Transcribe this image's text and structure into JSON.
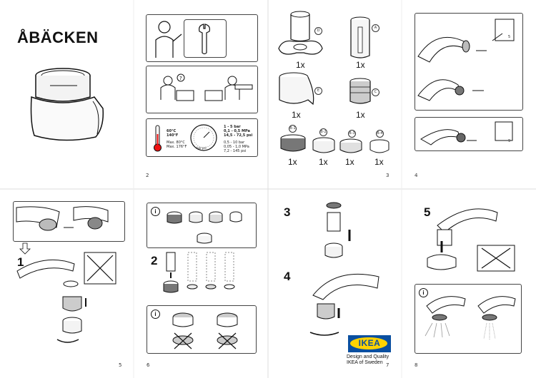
{
  "document": {
    "title": "ÅBÄCKEN",
    "page_numbers": [
      "2",
      "3",
      "4",
      "5",
      "6",
      "7",
      "8"
    ],
    "counts": [
      "1x",
      "1x",
      "1x",
      "1x",
      "1x",
      "1x",
      "1x",
      "1x"
    ],
    "part_labels": {
      "d": "D",
      "a": "A",
      "e": "E",
      "c": "C",
      "b1": "B-1",
      "b2": "B-2",
      "b3": "B-3",
      "b4": "B-4"
    },
    "fig_labels": [
      "5",
      "9",
      "1",
      "2"
    ],
    "steps": [
      "1",
      "2",
      "3",
      "4",
      "5"
    ],
    "temperature": {
      "c": "60°C",
      "f": "140°F",
      "max_c": "Max. 80°C",
      "max_f": "Max. 176°F"
    },
    "pressure": {
      "bar": "1 - 5 bar",
      "mpa": "0,1 - 0,5 MPa",
      "psi": "14,5 - 72,5 psi",
      "range_bar": "0,5 - 10 bar",
      "range_mpa": "0,05 - 1,0 MPa",
      "range_psi": "7,2 - 145 psi",
      "gauge_units": "bar psi"
    },
    "ikea_logo": "IKEA",
    "footer": {
      "line1": "Design and Quality",
      "line2": "IKEA of Sweden"
    }
  }
}
